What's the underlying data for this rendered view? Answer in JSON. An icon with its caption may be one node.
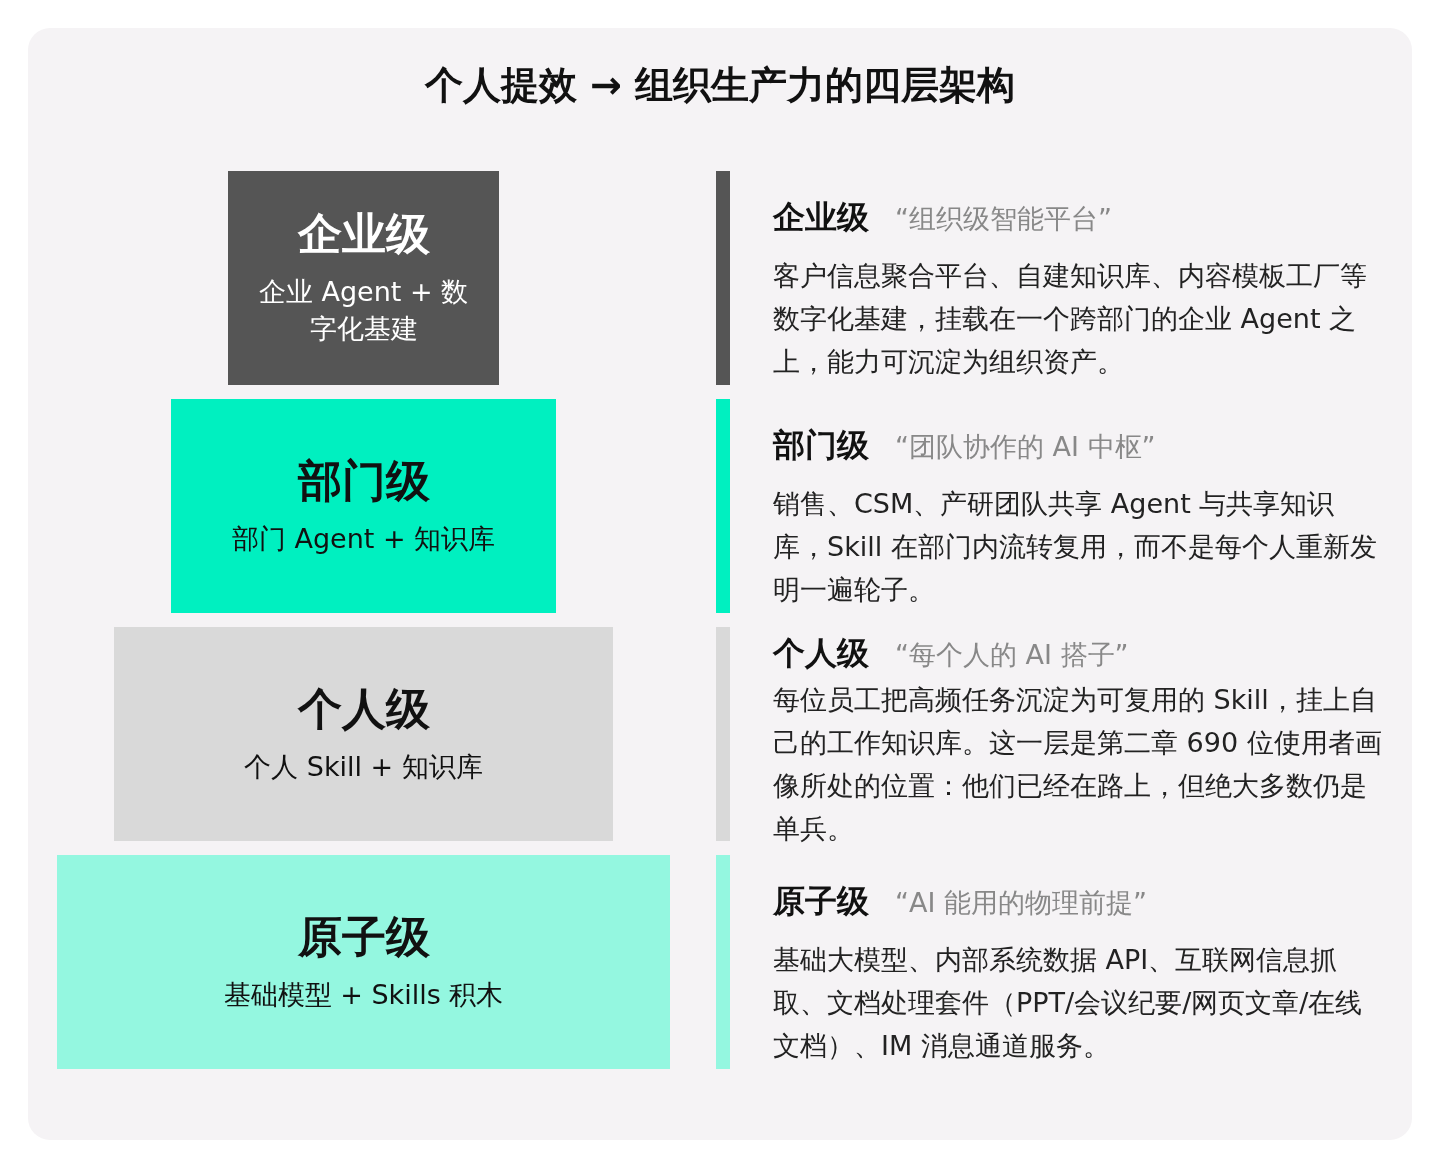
{
  "diagram": {
    "title": "个人提效 → 组织生产力的四层架构",
    "nodes": [
      {
        "text": [
          "企业级",
          "企业 Agent + 数字化基建"
        ]
      },
      {
        "text": [
          "部门级",
          "部门 Agent + 知识库"
        ]
      },
      {
        "text": [
          "个人级",
          "个人 Skill + 知识库"
        ]
      },
      {
        "text": [
          "原子级",
          "基础模型 + Skills 积木"
        ]
      },
      {
        "text": [
          "企业级",
          "“组织级智能平台”",
          "客户信息聚合平台、自建知识库、内容模板工厂等数字化基建，挂载在一个跨部门的企业 Agent 之上，能力可沉淀为组织资产。"
        ]
      },
      {
        "text": [
          "部门级",
          "“团队协作的 AI 中枢”",
          "销售、CSM、产研团队共享 Agent 与共享知识库，Skill 在部门内流转复用，而不是每个人重新发明一遍轮子。"
        ]
      },
      {
        "text": [
          "个人级",
          "“每个人的 AI 搭子”",
          "每位员工把高频任务沉淀为可复用的 Skill，挂上自己的工作知识库。这一层是第二章 690 位使用者画像所处的位置：他们已经在路上，但绝大多数仍是单兵。"
        ]
      },
      {
        "text": [
          "原子级",
          "“AI 能用的物理前提”",
          "基础大模型、内部系统数据 API、互联网信息抓取、文档处理套件（PPT/会议纪要/网页文章/在线文档）、IM 消息通道服务。"
        ]
      }
    ]
  }
}
